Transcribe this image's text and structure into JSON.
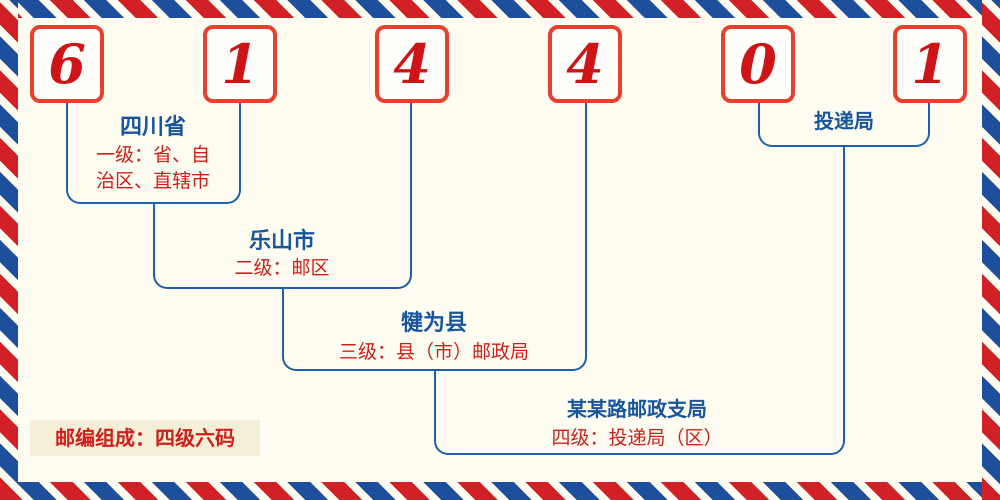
{
  "postal_code": {
    "value": "614401",
    "digits": [
      "6",
      "1",
      "4",
      "4",
      "0",
      "1"
    ]
  },
  "annotations": {
    "level1": {
      "name": "四川省",
      "desc": "一级：省、自\n治区、直辖市"
    },
    "level2": {
      "name": "乐山市",
      "desc": "二级：邮区"
    },
    "level3": {
      "name": "犍为县",
      "desc": "三级：县（市）邮政局"
    },
    "level4": {
      "name": "某某路邮政支局",
      "desc": "四级：投递局（区）"
    },
    "delivery": {
      "name": "投递局"
    }
  },
  "footer": {
    "note": "邮编组成：四级六码"
  },
  "colors": {
    "paper": "#fffdf1",
    "stripe_red": "#d22027",
    "stripe_blue": "#1e4f9d",
    "box_border_red": "#e8402c",
    "digit_red": "#cf1418",
    "line_blue": "#1d5fae",
    "name_blue": "#17559f",
    "desc_red": "#d01f1a",
    "footer_bg": "#f6efd8"
  }
}
